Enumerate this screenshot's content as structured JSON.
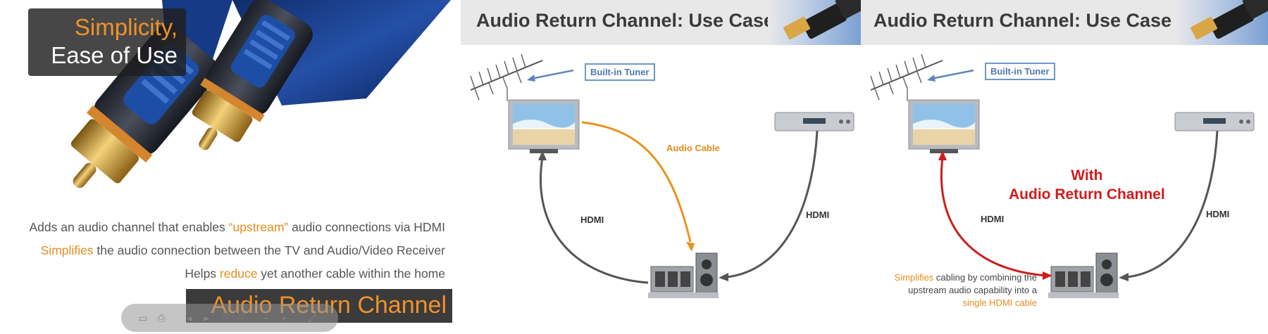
{
  "slide1": {
    "badge_line1": "Simplicity,",
    "badge_line2": "Ease of Use",
    "bullets": [
      {
        "pre": "Adds an audio channel that enables ",
        "hl": "“upstream”",
        "post": " audio connections via HDMI"
      },
      {
        "pre": "",
        "hl": "Simplifies",
        "post": " the audio connection between the TV and Audio/Video Receiver"
      },
      {
        "pre": "Helps ",
        "hl": "reduce",
        "post": " yet another cable within the home"
      }
    ],
    "footer_title": "Audio Return Channel",
    "toolbar": {
      "page_current": "22",
      "page_sep": "/",
      "page_total": "33"
    }
  },
  "slide2": {
    "title": "Audio Return Channel: Use Case",
    "tuner_label": "Built-in Tuner",
    "audio_cable_label": "Audio Cable",
    "hdmi_left": "HDMI",
    "hdmi_right": "HDMI"
  },
  "slide3": {
    "title": "Audio Return Channel: Use Case",
    "tuner_label": "Built-in Tuner",
    "with_line1": "With",
    "with_line2": "Audio Return Channel",
    "hdmi_left": "HDMI",
    "hdmi_right": "HDMI",
    "note_l1_hl": "Simplifies",
    "note_l1_rest": " cabling by combining the",
    "note_l2": "upstream audio capability into a",
    "note_l3_hl": "single HDMI cable"
  },
  "colors": {
    "accent_orange": "#e38d1d",
    "arc_red": "#d11b1b",
    "tuner_blue": "#4f78b0",
    "hdmi_gray": "#555555"
  }
}
